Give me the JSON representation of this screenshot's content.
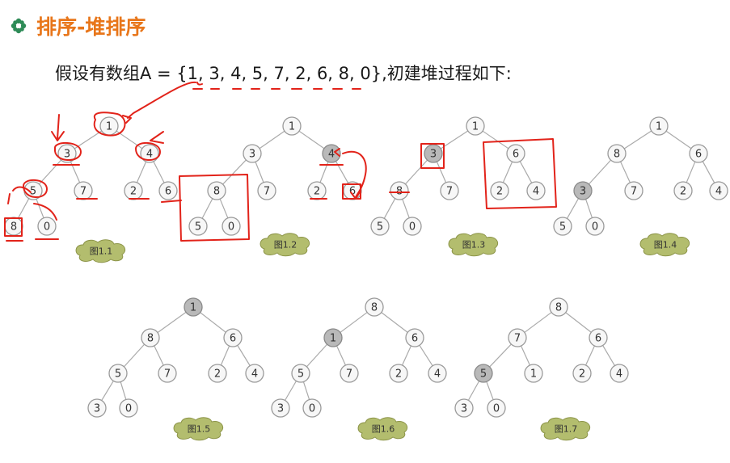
{
  "title": "排序-堆排序",
  "subtitle": "假设有数组A = {1, 3, 4, 5, 7, 2, 6, 8, 0},初建堆过程如下:",
  "icons": {
    "bullet": "flower-bullet-icon"
  },
  "colors": {
    "title": "#e8761a",
    "highlight_node": "#b9b9b9",
    "badge": "#b3bd6e",
    "annotation": "#e2231a"
  },
  "trees": [
    {
      "label": "图1.1",
      "values": [
        "1",
        "3",
        "4",
        "5",
        "7",
        "2",
        "6",
        "8",
        "0"
      ],
      "highlight": []
    },
    {
      "label": "图1.2",
      "values": [
        "1",
        "3",
        "4",
        "8",
        "7",
        "2",
        "6",
        "5",
        "0"
      ],
      "highlight": [
        2
      ]
    },
    {
      "label": "图1.3",
      "values": [
        "1",
        "3",
        "6",
        "8",
        "7",
        "2",
        "4",
        "5",
        "0"
      ],
      "highlight": [
        1
      ]
    },
    {
      "label": "图1.4",
      "values": [
        "1",
        "8",
        "6",
        "3",
        "7",
        "2",
        "4",
        "5",
        "0"
      ],
      "highlight": [
        3
      ]
    },
    {
      "label": "图1.5",
      "values": [
        "1",
        "8",
        "6",
        "5",
        "7",
        "2",
        "4",
        "3",
        "0"
      ],
      "highlight": [
        0
      ]
    },
    {
      "label": "图1.6",
      "values": [
        "8",
        "1",
        "6",
        "5",
        "7",
        "2",
        "4",
        "3",
        "0"
      ],
      "highlight": [
        1
      ]
    },
    {
      "label": "图1.7",
      "values": [
        "8",
        "7",
        "6",
        "5",
        "1",
        "2",
        "4",
        "3",
        "0"
      ],
      "highlight": [
        3
      ]
    }
  ]
}
